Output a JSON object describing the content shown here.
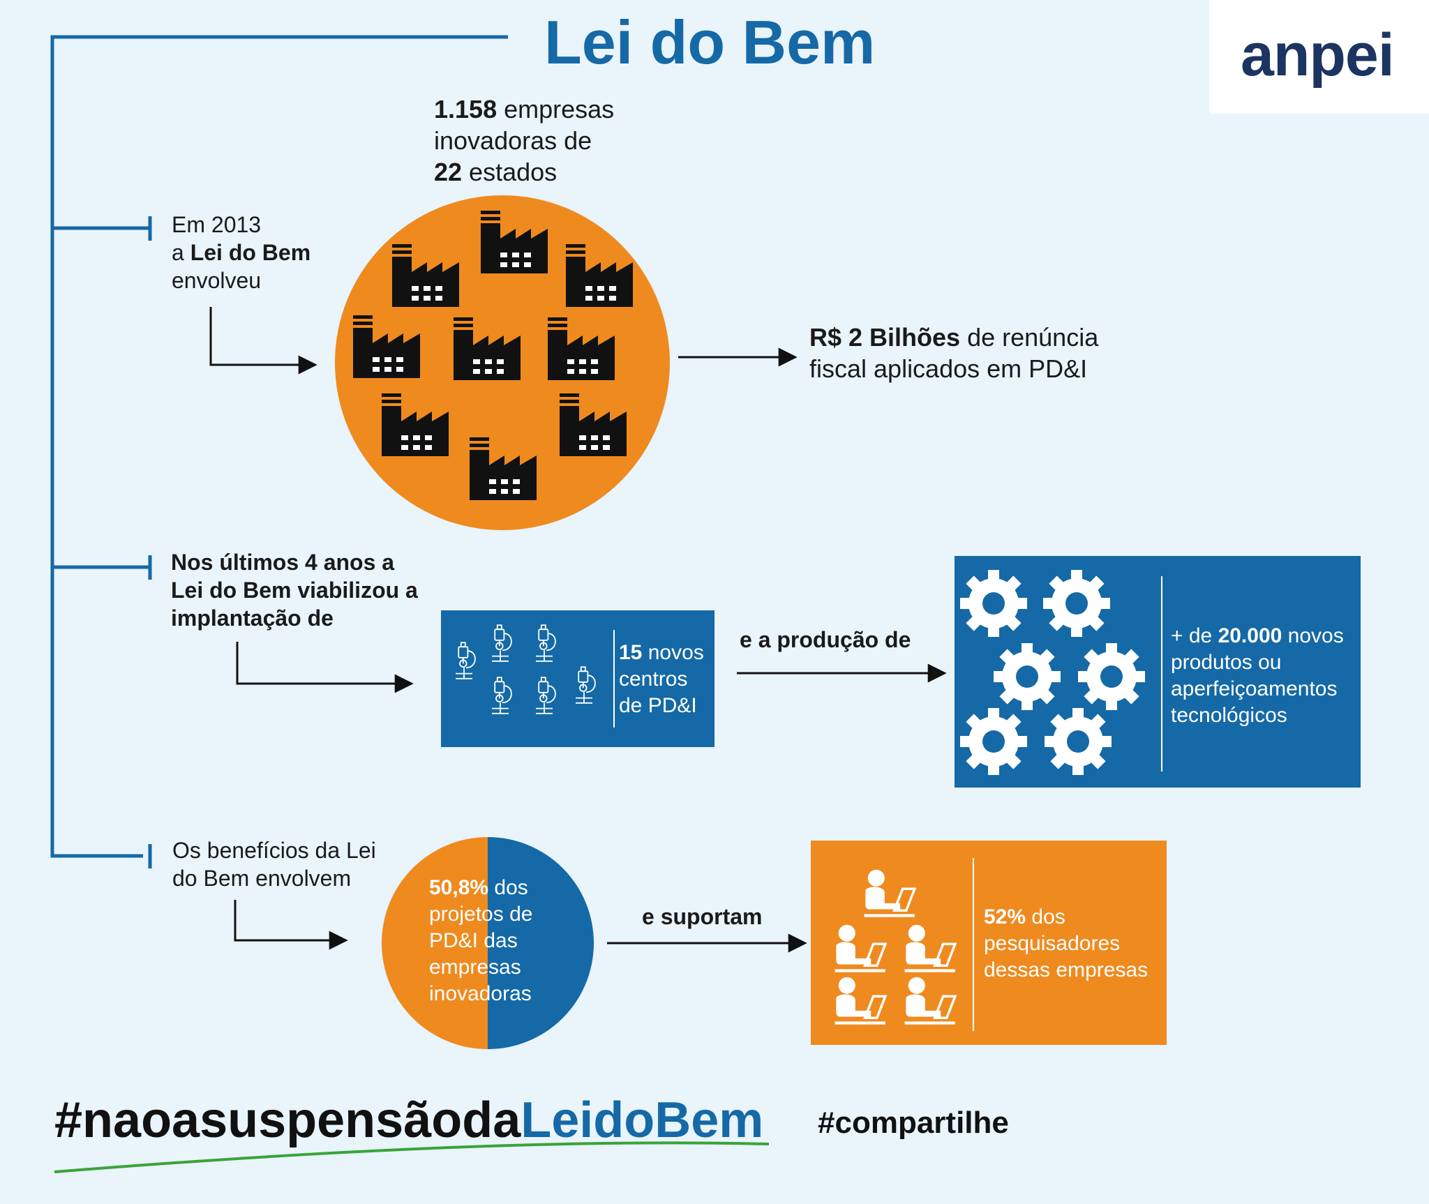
{
  "title": "Lei do Bem",
  "logo": {
    "text": "anpei"
  },
  "section1": {
    "intro": {
      "line1": "Em 2013",
      "line2_pre": "a ",
      "line2_bold": "Lei do Bem",
      "line3": "envolveu"
    },
    "companies": {
      "count": "1.158",
      "text1": " empresas",
      "line2": "inovadoras de",
      "states": "22",
      "text3": " estados"
    },
    "result": {
      "bold": "R$ 2 Bilhões",
      "text": " de renúncia",
      "line2": "fiscal aplicados em PD&I"
    }
  },
  "section2": {
    "intro": {
      "l1_a": "Nos últimos ",
      "l1_b": "4",
      "l1_c": " anos a",
      "line2": "Lei do Bem viabilizou a",
      "line3": "implantação de"
    },
    "centers": {
      "count": "15",
      "text": " novos",
      "line2": "centros",
      "line3": "de PD&I"
    },
    "connector": "e a produção de",
    "products": {
      "pre": "+ de ",
      "count": "20.000",
      "text": " novos",
      "line2": "produtos ou",
      "line3": "aperfeiçoamentos",
      "line4": "tecnológicos"
    }
  },
  "section3": {
    "intro": {
      "line1": "Os benefícios da Lei",
      "line2": "do Bem envolvem"
    },
    "projects": {
      "percent": "50,8%",
      "text": " dos",
      "line2": "projetos de",
      "line3": "PD&I das",
      "line4": "empresas",
      "line5": "inovadoras"
    },
    "connector": "e suportam",
    "researchers": {
      "percent": "52%",
      "text": " dos",
      "line2": "pesquisadores",
      "line3": "dessas empresas"
    }
  },
  "footer": {
    "hashtag_a": "#naoasuspensãoda",
    "hashtag_b": "LeidoBem",
    "share": "#compartilhe"
  },
  "colors": {
    "blue": "#1569a6",
    "orange": "#ef8a1f",
    "navy": "#1c3461",
    "green": "#3aa33a",
    "background": "#e9f4fb"
  },
  "icons": [
    "factory-icon",
    "microscope-icon",
    "gear-icon",
    "researcher-icon"
  ]
}
